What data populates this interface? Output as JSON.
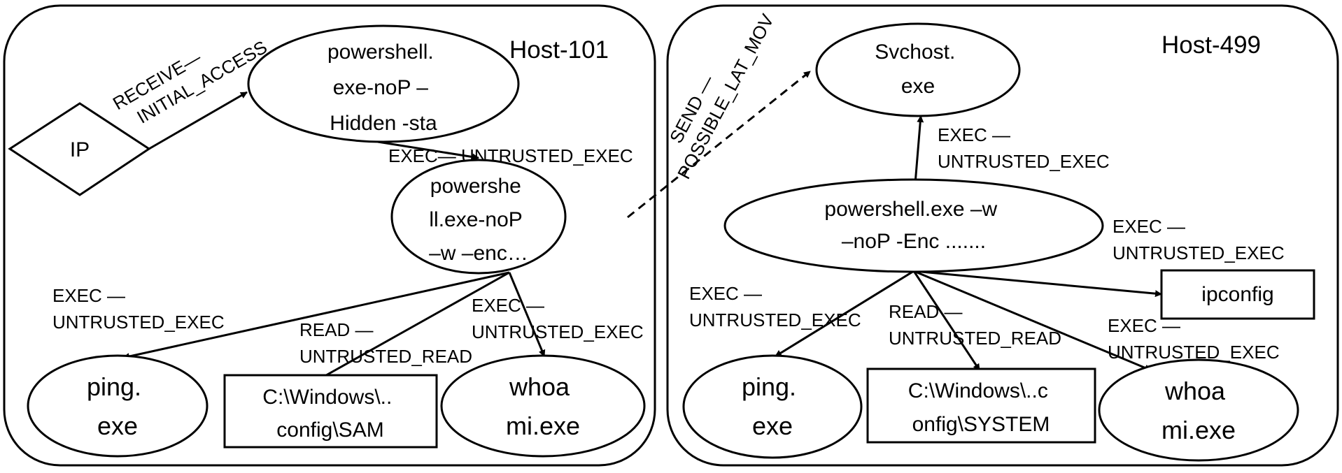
{
  "hosts": {
    "left": {
      "title": "Host-101"
    },
    "right": {
      "title": "Host-499"
    }
  },
  "nodes": {
    "ip": {
      "lines": [
        "IP"
      ],
      "shape": "diamond"
    },
    "ps_hidden": {
      "lines": [
        "powershell.",
        "exe-noP –",
        "Hidden -sta"
      ],
      "shape": "ellipse"
    },
    "ps_enc_left": {
      "lines": [
        "powershe",
        "ll.exe-noP",
        "–w –enc…"
      ],
      "shape": "ellipse"
    },
    "ping_left": {
      "lines": [
        "ping.",
        "exe"
      ],
      "shape": "ellipse"
    },
    "sam": {
      "lines": [
        "C:\\Windows\\..",
        "config\\SAM"
      ],
      "shape": "rectangle"
    },
    "whoami_left": {
      "lines": [
        "whoa",
        "mi.exe"
      ],
      "shape": "ellipse"
    },
    "svchost": {
      "lines": [
        "Svchost.",
        "exe"
      ],
      "shape": "ellipse"
    },
    "ps_enc_right": {
      "lines": [
        "powershell.exe –w",
        "–noP  -Enc ......."
      ],
      "shape": "ellipse"
    },
    "ipconfig": {
      "lines": [
        "ipconfig"
      ],
      "shape": "rectangle"
    },
    "ping_right": {
      "lines": [
        "ping.",
        "exe"
      ],
      "shape": "ellipse"
    },
    "system": {
      "lines": [
        "C:\\Windows\\..c",
        "onfig\\SYSTEM"
      ],
      "shape": "rectangle"
    },
    "whoami_right": {
      "lines": [
        "whoa",
        "mi.exe"
      ],
      "shape": "ellipse"
    }
  },
  "edges": {
    "receive": {
      "lines": [
        "RECEIVE—",
        "INITIAL_ACCESS"
      ],
      "from": "ip",
      "to": "ps_hidden"
    },
    "exec_hidden": {
      "lines": [
        "EXEC— UNTRUSTED_EXEC"
      ],
      "from": "ps_hidden",
      "to": "ps_enc_left"
    },
    "send": {
      "lines": [
        "SEND —",
        "POSSIBLE_LAT_MOV"
      ],
      "from": "ps_enc_left",
      "to": "svchost",
      "style": "dashed"
    },
    "exec_ping_left": {
      "lines": [
        "EXEC —",
        "UNTRUSTED_EXEC"
      ],
      "from": "ps_enc_left",
      "to": "ping_left"
    },
    "read_sam": {
      "lines": [
        "READ —",
        "UNTRUSTED_READ"
      ],
      "from": "ps_enc_left",
      "to": "sam"
    },
    "exec_whoami_left": {
      "lines": [
        "EXEC —",
        "UNTRUSTED_EXEC"
      ],
      "from": "ps_enc_left",
      "to": "whoami_left"
    },
    "exec_svchost": {
      "lines": [
        "EXEC —",
        "UNTRUSTED_EXEC"
      ],
      "from": "ps_enc_right",
      "to": "svchost"
    },
    "exec_ipconfig": {
      "lines": [
        "EXEC —",
        "UNTRUSTED_EXEC"
      ],
      "from": "ps_enc_right",
      "to": "ipconfig"
    },
    "exec_ping_right": {
      "lines": [
        "EXEC —",
        "UNTRUSTED_EXEC"
      ],
      "from": "ps_enc_right",
      "to": "ping_right"
    },
    "read_system": {
      "lines": [
        "READ —",
        "UNTRUSTED_READ"
      ],
      "from": "ps_enc_right",
      "to": "system"
    },
    "exec_whoami_right": {
      "lines": [
        "EXEC —",
        "UNTRUSTED_EXEC"
      ],
      "from": "ps_enc_right",
      "to": "whoami_right"
    }
  }
}
